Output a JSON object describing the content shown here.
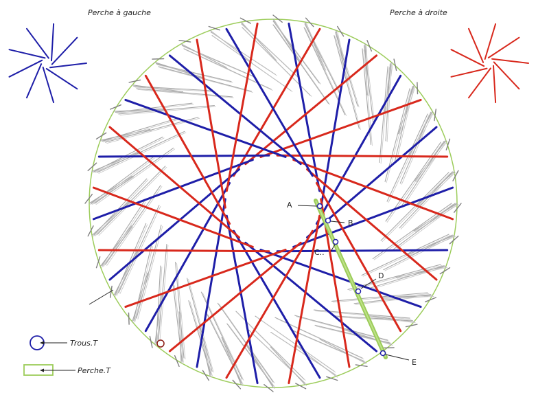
{
  "titles": {
    "left": "Perche à gauche",
    "right": "Perche à droite"
  },
  "colors": {
    "blue": "#1e1ea8",
    "red": "#d8281c",
    "grey": "#9a9a9a",
    "green": "#9ccc5a",
    "ink": "#222222"
  },
  "points": [
    "A",
    "B",
    "C..",
    "D",
    "E"
  ],
  "legend": {
    "hole": "Trous.T",
    "pole": "Perche.T"
  }
}
